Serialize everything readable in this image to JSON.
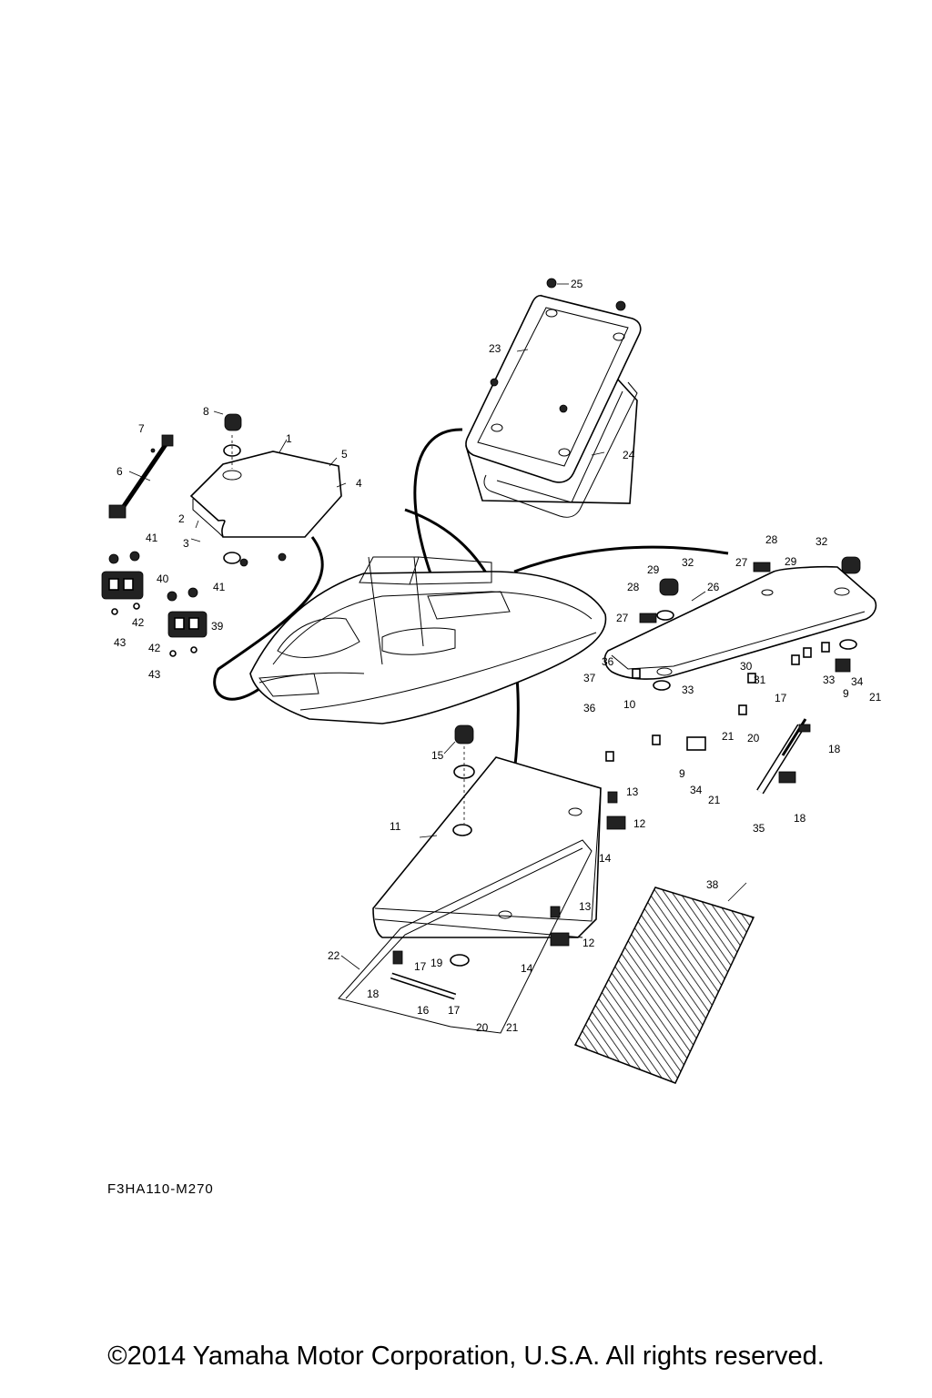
{
  "drawing_code": "F3HA110-M270",
  "copyright": "©2014 Yamaha Motor Corporation, U.S.A. All rights reserved.",
  "callouts": [
    "1",
    "2",
    "3",
    "4",
    "5",
    "6",
    "7",
    "8",
    "9",
    "9",
    "10",
    "11",
    "12",
    "12",
    "13",
    "13",
    "14",
    "14",
    "15",
    "16",
    "17",
    "17",
    "17",
    "18",
    "18",
    "18",
    "19",
    "20",
    "20",
    "21",
    "21",
    "21",
    "21",
    "22",
    "23",
    "24",
    "25",
    "26",
    "27",
    "27",
    "28",
    "28",
    "29",
    "29",
    "30",
    "31",
    "32",
    "32",
    "33",
    "33",
    "34",
    "34",
    "35",
    "36",
    "36",
    "37",
    "38",
    "39",
    "40",
    "41",
    "41",
    "42",
    "42",
    "43",
    "43"
  ]
}
